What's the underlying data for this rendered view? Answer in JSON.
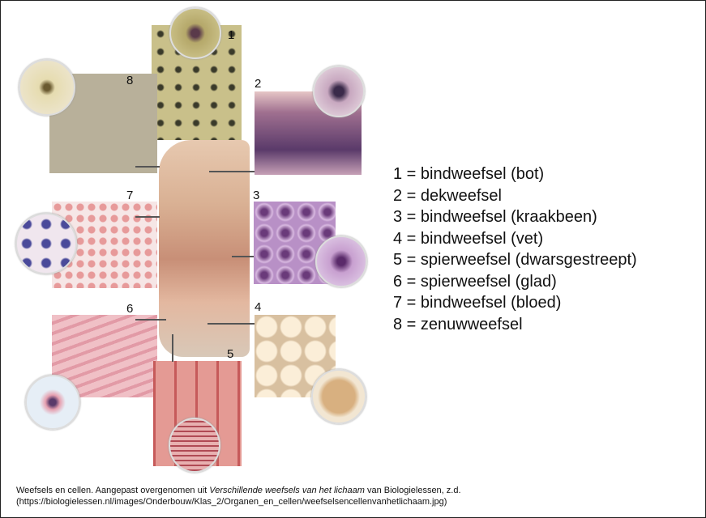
{
  "labels": [
    "1",
    "2",
    "3",
    "4",
    "5",
    "6",
    "7",
    "8"
  ],
  "legend": [
    "1 = bindweefsel (bot)",
    "2 = dekweefsel",
    "3 = bindweefsel (kraakbeen)",
    "4 = bindweefsel (vet)",
    "5 = spierweefsel (dwarsgestreept)",
    "6 = spierweefsel (glad)",
    "7 = bindweefsel (bloed)",
    "8 = zenuwweefsel"
  ],
  "caption": {
    "line1_prefix": "Weefsels en cellen. Aangepast overgenomen uit ",
    "line1_title": "Verschillende weefsels van het lichaam",
    "line1_suffix": " van Biologielessen, z.d.",
    "line2": "(https://biologielessen.nl/images/Onderbouw/Klas_2/Organen_en_cellen/weefselsencellenvanhetlichaam.jpg)"
  }
}
